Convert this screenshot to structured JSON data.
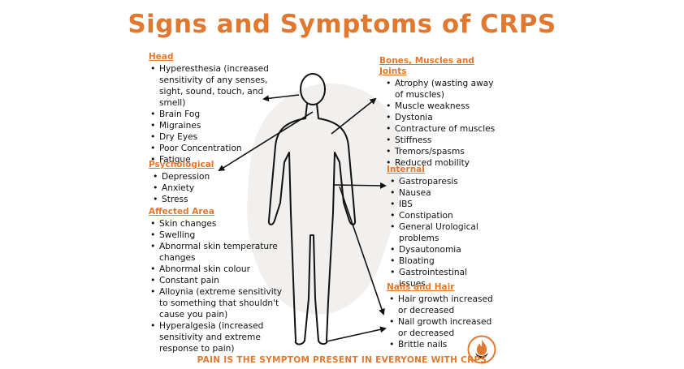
{
  "title": "Signs and Symptoms of CRPS",
  "sections": {
    "head": {
      "title": "Head",
      "items": [
        "Hyperesthesia (increased sensitivity of any senses, sight, sound, touch, and smell)",
        "Brain Fog",
        "Migraines",
        "Dry Eyes",
        "Poor Concentration",
        "Fatigue"
      ]
    },
    "psychological": {
      "title": "Psychological",
      "items": [
        "Depression",
        "Anxiety",
        "Stress"
      ]
    },
    "affected_area": {
      "title": "Affected Area",
      "items": [
        "Skin changes",
        "Swelling",
        "Abnormal skin temperature changes",
        "Abnormal skin colour",
        "Constant pain",
        "Alloynia (extreme sensitivity to something that shouldn't cause you pain)",
        "Hyperalgesia (increased sensitivity and extreme response to pain)"
      ]
    },
    "bones": {
      "title": "Bones, Muscles and Joints",
      "items": [
        "Atrophy (wasting away of muscles)",
        "Muscle weakness",
        "Dystonia",
        "Contracture of muscles",
        "Stiffness",
        "Tremors/spasms",
        "Reduced mobility"
      ]
    },
    "internal": {
      "title": "Internal",
      "items": [
        "Gastroparesis",
        "Nausea",
        "IBS",
        "Constipation",
        "General Urological problems",
        "Dysautonomia",
        "Bloating",
        "Gastrointestinal issues"
      ]
    },
    "nails_hair": {
      "title": "Nails and Hair",
      "items": [
        "Hair growth increased or decreased",
        "Nail growth increased or decreased",
        "Brittle nails"
      ]
    }
  },
  "footer": "PAIN IS THE SYMPTOM PRESENT IN EVERYONE WITH CRPS",
  "colors": {
    "accent": "#e0782f",
    "text": "#111111",
    "figure_bg": "#f2f0ee"
  }
}
